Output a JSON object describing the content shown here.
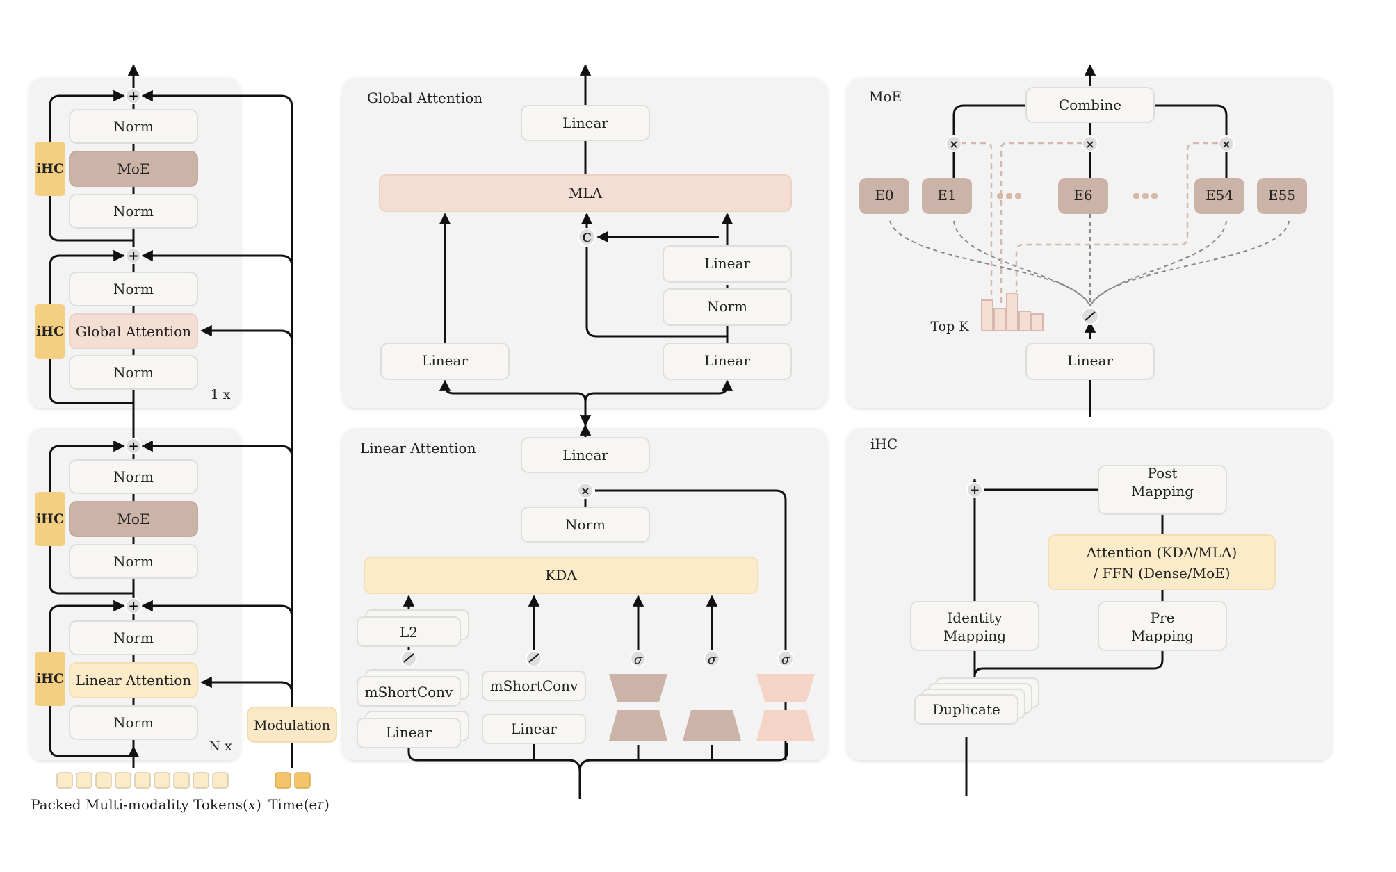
{
  "stack": {
    "upper": {
      "norm_top": "Norm",
      "moe": "MoE",
      "norm_mid": "Norm",
      "norm_a": "Norm",
      "global_attention": "Global Attention",
      "norm_b": "Norm",
      "ihc_1": "iHC",
      "ihc_2": "iHC",
      "repeat": "1 x"
    },
    "lower": {
      "norm_top": "Norm",
      "moe": "MoE",
      "norm_mid": "Norm",
      "norm_a": "Norm",
      "linear_attention": "Linear Attention",
      "norm_b": "Norm",
      "ihc_1": "iHC",
      "ihc_2": "iHC",
      "repeat": "N x"
    },
    "modulation": "Modulation",
    "tokens_label": "Packed Multi-modality Tokens(𝑥)",
    "time_label": "Time(e𝜏)"
  },
  "global_attention": {
    "title": "Global Attention",
    "linear_out": "Linear",
    "mla": "MLA",
    "linear_kv_up": "Linear",
    "norm": "Norm",
    "linear_q": "Linear",
    "linear_kv": "Linear",
    "concat": "C"
  },
  "linear_attention": {
    "title": "Linear Attention",
    "linear_out": "Linear",
    "norm": "Norm",
    "kda": "KDA",
    "l2": "L2",
    "mshortconv_1": "mShortConv",
    "mshortconv_2": "mShortConv",
    "linear_1": "Linear",
    "linear_2": "Linear",
    "sigma": "σ"
  },
  "moe": {
    "title": "MoE",
    "combine": "Combine",
    "experts": [
      "E0",
      "E1",
      "E6",
      "E54",
      "E55"
    ],
    "topk": "Top K",
    "linear": "Linear"
  },
  "ihc": {
    "title": "iHC",
    "post_mapping": "Post Mapping",
    "attention": "Attention (KDA/MLA)",
    "ffn": "/ FFN (Dense/MoE)",
    "identity_mapping": "Identity Mapping",
    "pre_mapping": "Pre Mapping",
    "duplicate": "Duplicate"
  },
  "colors": {
    "panel": "#f3f3f3",
    "box": "#f8f6f3",
    "moe": "#cbb4a7",
    "global_attention": "#f4ddd3",
    "linear_attention": "#fbebc8",
    "ihc": "#f4cf82",
    "modulation": "#fbe8c6"
  }
}
